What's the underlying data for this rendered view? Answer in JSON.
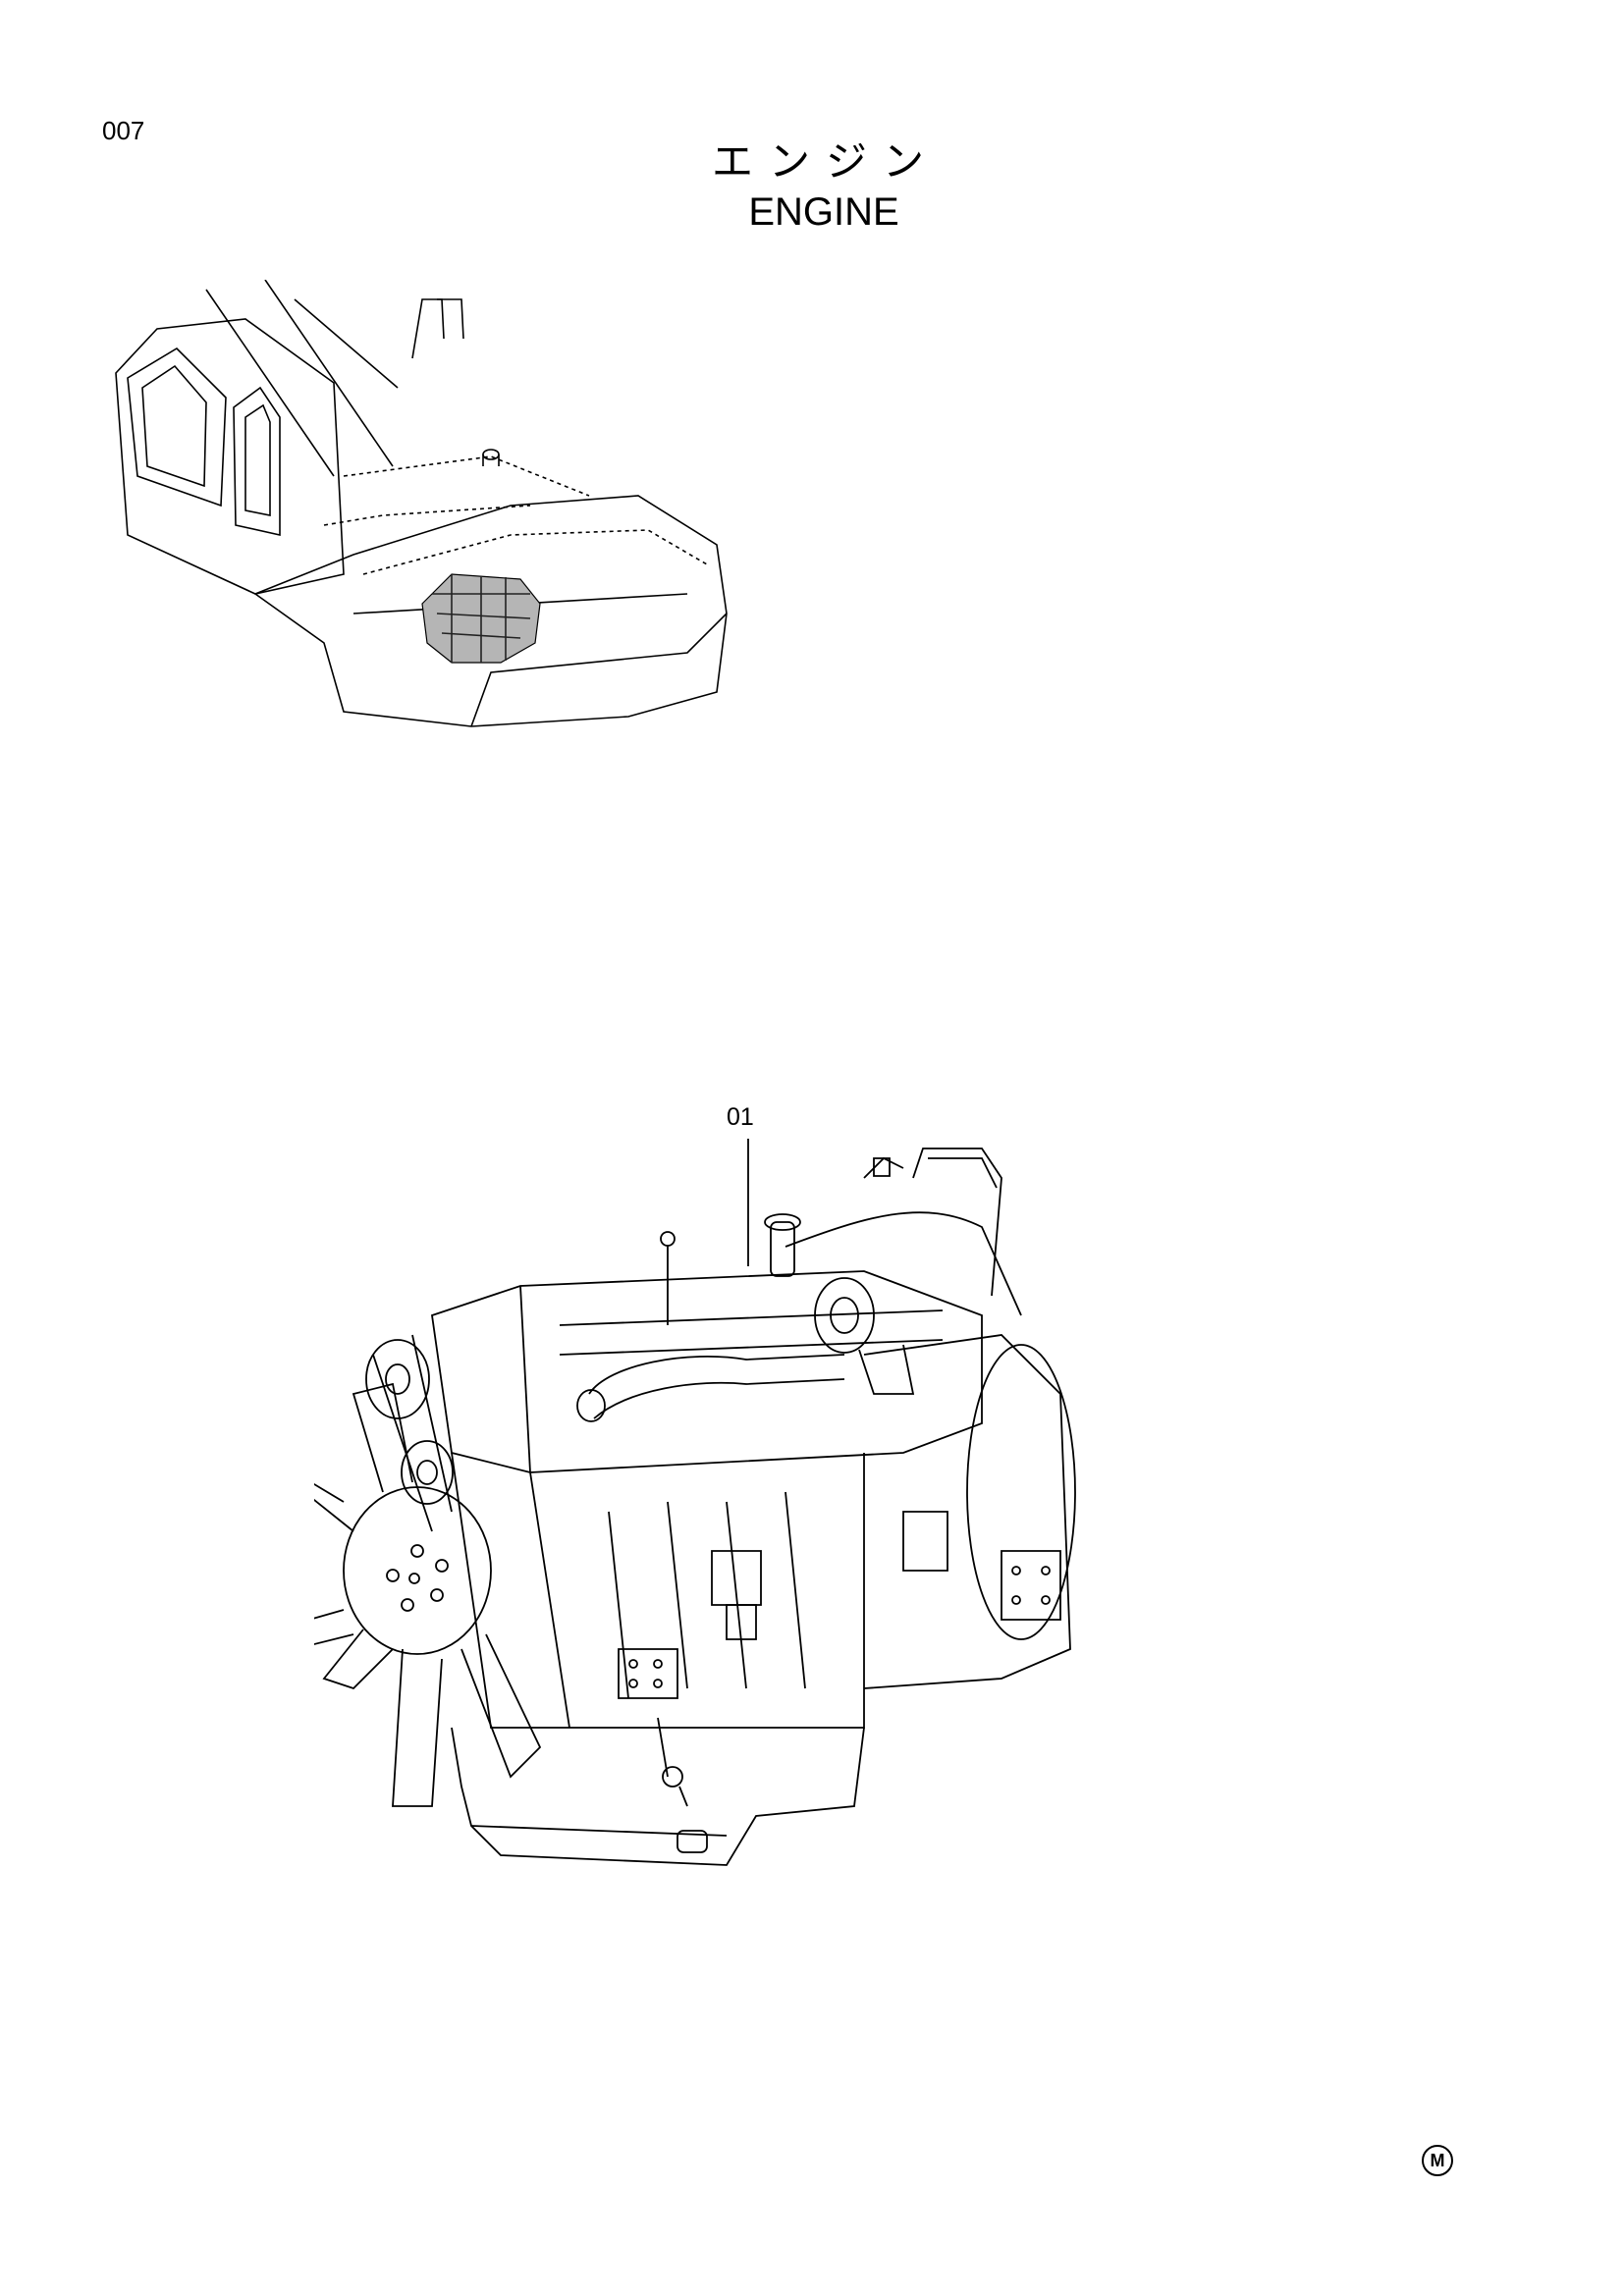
{
  "page": {
    "number": "007",
    "title_jp": "エンジン",
    "title_en": "ENGINE"
  },
  "callouts": [
    {
      "label": "01"
    }
  ],
  "mark": {
    "symbol": "M"
  },
  "figures": {
    "machine_icon": "excavator-location-icon",
    "engine_icon": "engine-assembly-icon"
  }
}
